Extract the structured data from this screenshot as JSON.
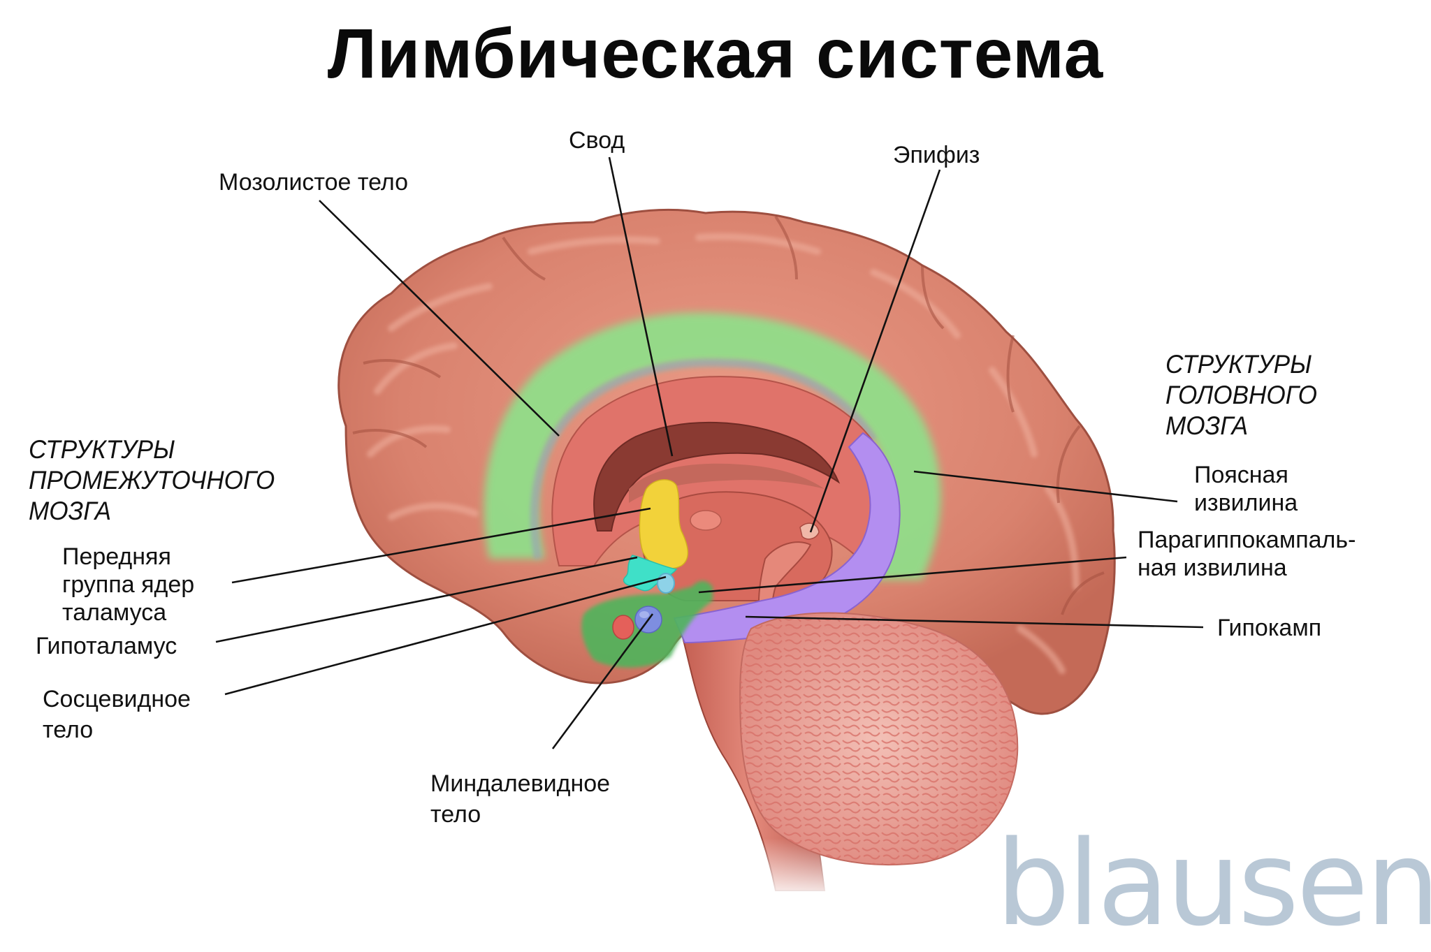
{
  "title": "Лимбическая система",
  "categories": {
    "diencephalon": {
      "line1": "СТРУКТУРЫ",
      "line2": "ПРОМЕЖУТОЧНОГО",
      "line3": "МОЗГА"
    },
    "telencephalon": {
      "line1": "СТРУКТУРЫ",
      "line2": "ГОЛОВНОГО",
      "line3": "МОЗГА"
    }
  },
  "labels": {
    "corpus_callosum": "Мозолистое тело",
    "fornix": "Свод",
    "pineal": "Эпифиз",
    "anterior_thalamic": {
      "line1": "Передняя",
      "line2": "группа ядер",
      "line3": "таламуса"
    },
    "hypothalamus": "Гипоталамус",
    "mammillary": {
      "line1": "Сосцевидное",
      "line2": "тело"
    },
    "amygdala": {
      "line1": "Миндалевидное",
      "line2": "тело"
    },
    "cingulate": {
      "line1": "Поясная",
      "line2": "извилина"
    },
    "parahippocampal": {
      "line1": "Парагиппокампаль-",
      "line2": "ная извилина"
    },
    "hippocampus": "Гипокамп"
  },
  "colors": {
    "cortex": "#d9826e",
    "cortex_shadow": "#b85e4d",
    "cingulate_green": "#8fe08a",
    "inner_pink": "#e0736a",
    "ventricle_dark": "#8a3a32",
    "thalamus_yellow": "#f2d23a",
    "hypothalamus_cyan": "#3fe0c8",
    "hippocampus_purple": "#b38ef0",
    "amygdala_blue": "#7e8ee0",
    "cerebellum": "#e8958c",
    "logo": "#b9c8d6"
  },
  "watermark": "blausen"
}
